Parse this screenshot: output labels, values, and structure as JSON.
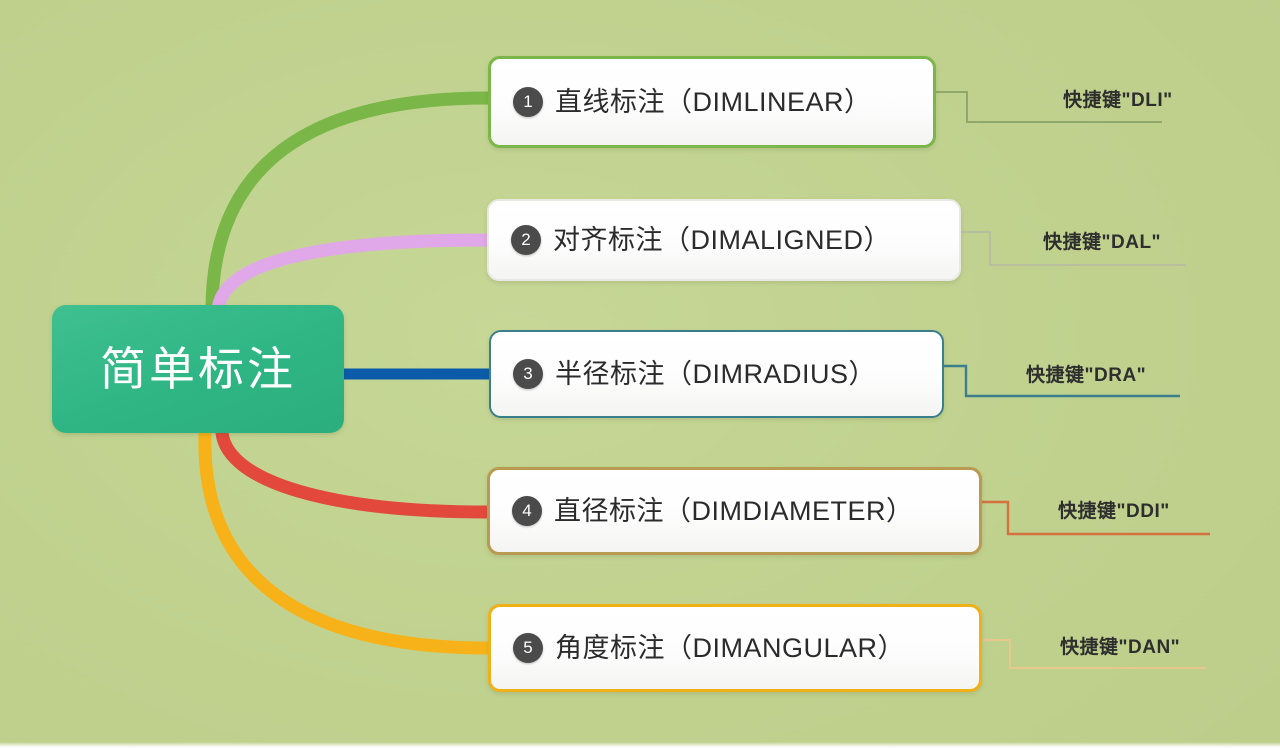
{
  "diagram": {
    "title": "简单标注",
    "background_color": "#c3d492",
    "center": {
      "label": "简单标注",
      "color": "#2fb584"
    },
    "branches": [
      {
        "number": "1",
        "label": "直线标注（DIMLINEAR）",
        "shortcut": "快捷键\"DLI\"",
        "line_color": "#7ab648",
        "border_color": "#7ab648"
      },
      {
        "number": "2",
        "label": "对齐标注（DIMALIGNED）",
        "shortcut": "快捷键\"DAL\"",
        "line_color": "#e0a8e8",
        "border_color": "#e6e6e2"
      },
      {
        "number": "3",
        "label": "半径标注（DIMRADIUS）",
        "shortcut": "快捷键\"DRA\"",
        "line_color": "#0b5ba8",
        "border_color": "#3b7f8c"
      },
      {
        "number": "4",
        "label": "直径标注（DIMDIAMETER）",
        "shortcut": "快捷键\"DDI\"",
        "line_color": "#e2493c",
        "border_color": "#b99a50"
      },
      {
        "number": "5",
        "label": "角度标注（DIMANGULAR）",
        "shortcut": "快捷键\"DAN\"",
        "line_color": "#f7b219",
        "border_color": "#efb018"
      }
    ]
  }
}
